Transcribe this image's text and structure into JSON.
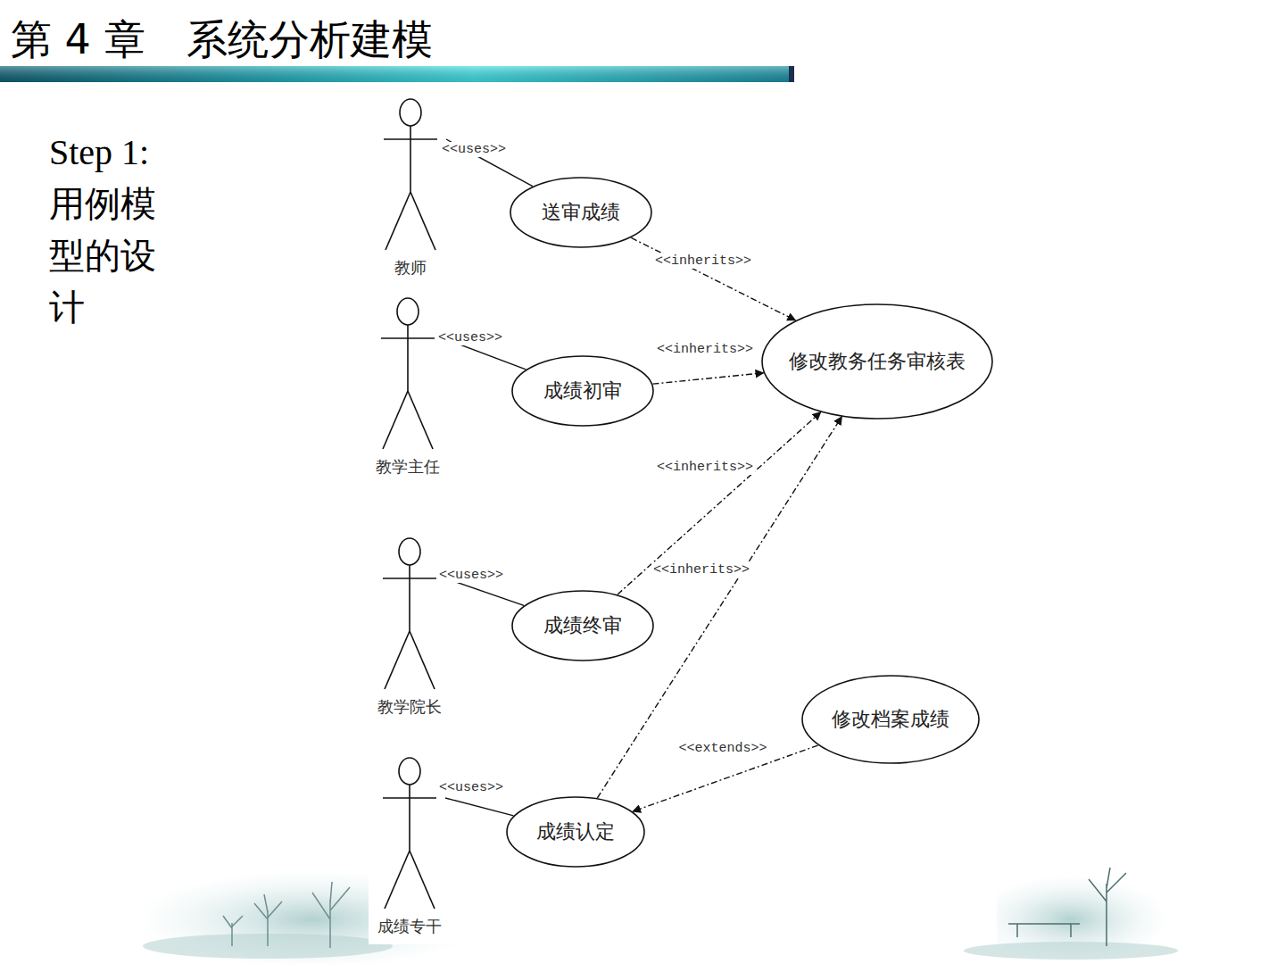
{
  "diagram": {
    "title": "第 4 章　系统分析建模",
    "nodes": [
      {
        "text": [
          "教师"
        ]
      },
      {
        "text": [
          "送审成绩"
        ]
      },
      {
        "text": [
          "修改教务任务审核表"
        ]
      },
      {
        "text": [
          "教学主任"
        ]
      },
      {
        "text": [
          "成绩初审"
        ]
      },
      {
        "text": [
          "教学院长"
        ]
      },
      {
        "text": [
          "成绩终审"
        ]
      },
      {
        "text": [
          "修改档案成绩"
        ]
      },
      {
        "text": [
          "成绩专干"
        ]
      },
      {
        "text": [
          "成绩认定"
        ]
      }
    ],
    "edges": [
      {
        "from": 0,
        "to": 1,
        "arrow": "none",
        "label": "<<uses>>"
      },
      {
        "from": 1,
        "to": 2,
        "arrow": "to",
        "label": "<<inherits>>"
      },
      {
        "from": 3,
        "to": 4,
        "arrow": "none",
        "label": "<<uses>>"
      },
      {
        "from": 4,
        "to": 2,
        "arrow": "to",
        "label": "<<inherits>>"
      },
      {
        "from": 9,
        "to": 2,
        "arrow": "to",
        "label": "<<inherits>>"
      },
      {
        "from": 5,
        "to": 6,
        "arrow": "none",
        "label": "<<uses>>"
      },
      {
        "from": 6,
        "to": 2,
        "arrow": "to",
        "label": "<<inherits>>"
      },
      {
        "from": 7,
        "to": 9,
        "arrow": "to",
        "label": "<<extends>>"
      },
      {
        "from": 8,
        "to": 9,
        "arrow": "none",
        "label": "<<uses>>"
      }
    ],
    "labels": [
      "Step 1: 用例模型的设计"
    ]
  }
}
